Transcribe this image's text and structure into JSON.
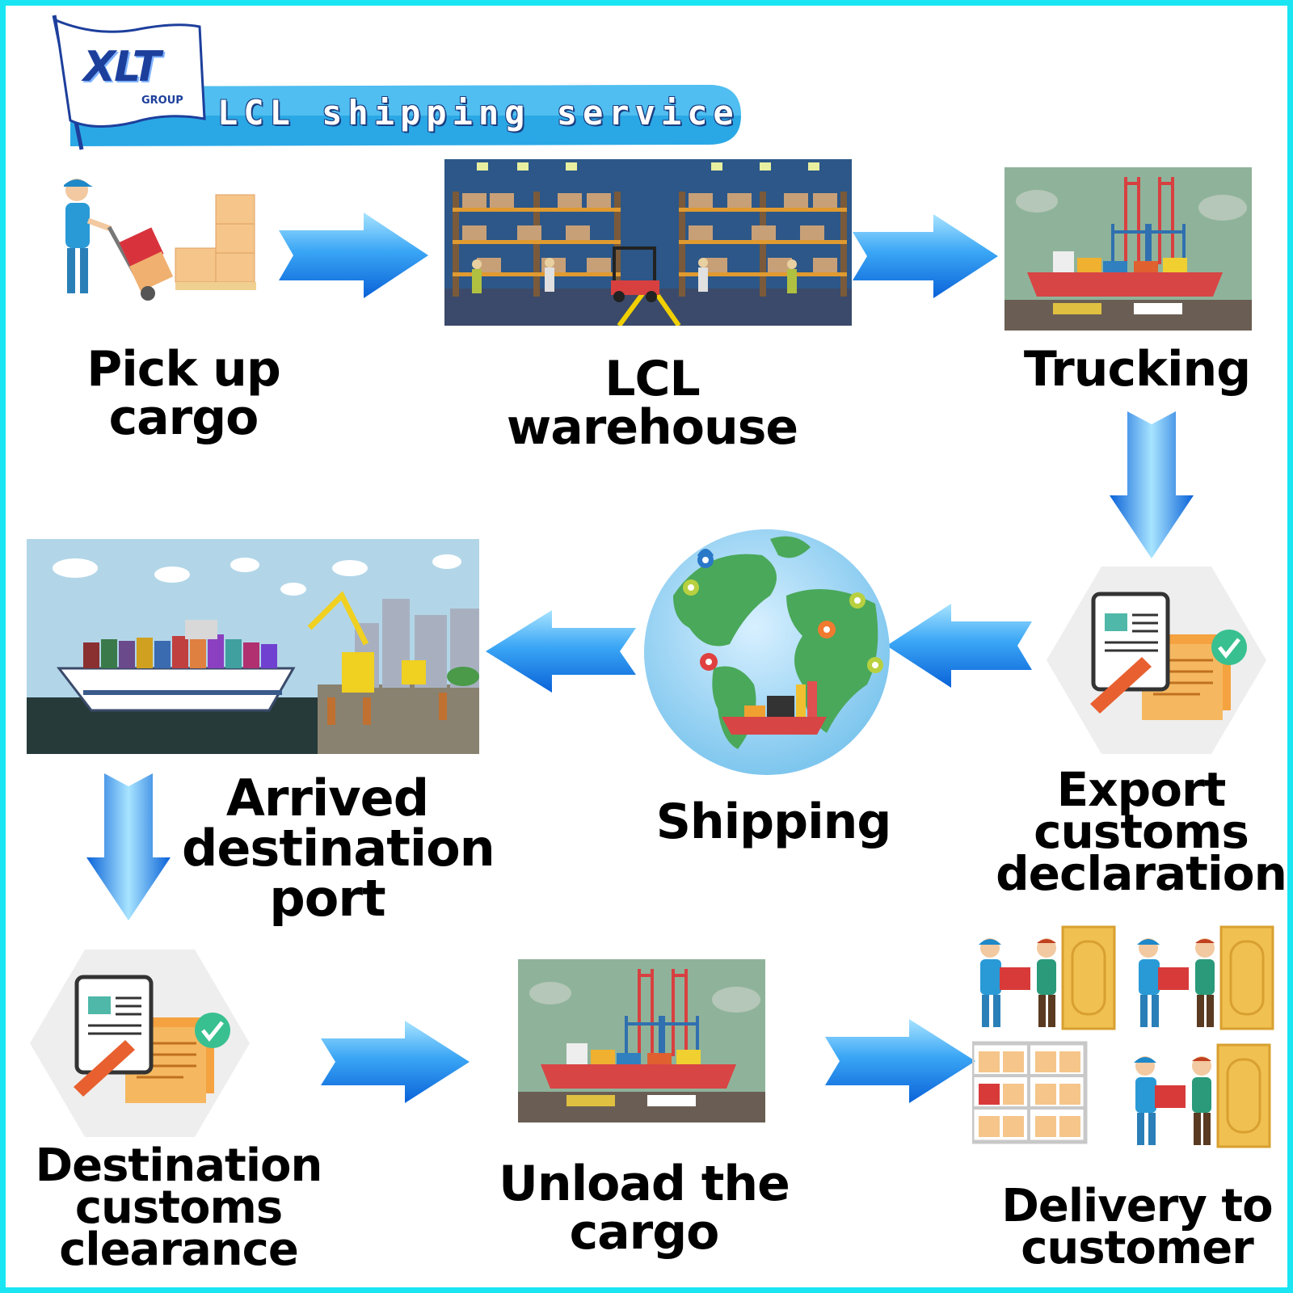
{
  "header": {
    "logo_text": "XLT",
    "logo_subtext": "GROUP",
    "title": "LCL shipping service"
  },
  "steps": [
    {
      "label": "Pick up\ncargo"
    },
    {
      "label": "LCL\nwarehouse"
    },
    {
      "label": "Trucking"
    },
    {
      "label": "Export\ncustoms\ndeclaration"
    },
    {
      "label": "Shipping"
    },
    {
      "label": "Arrived\ndestination\nport"
    },
    {
      "label": "Destination\ncustoms\nclearance"
    },
    {
      "label": "Unload the\ncargo"
    },
    {
      "label": "Delivery to\ncustomer"
    }
  ],
  "colors": {
    "border": "#19e6f2",
    "arrow": "#1e8ef0",
    "banner": "#2aa8e6",
    "logo": "#1d3f9c"
  }
}
